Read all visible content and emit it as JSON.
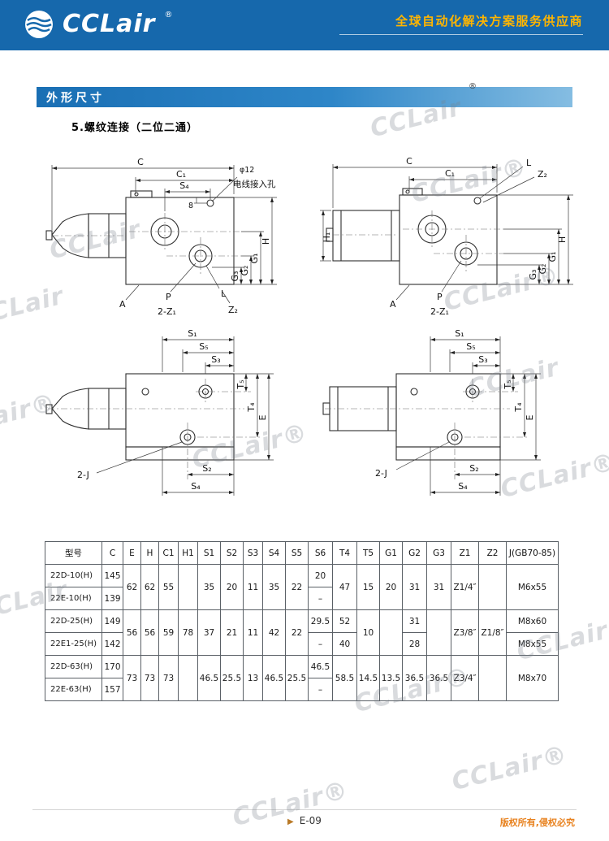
{
  "colors": {
    "header_blue": "#1668ac",
    "section_bar_blue": "#2e86c8",
    "brand_yellow": "#ffb500",
    "copyright_orange": "#e8821f"
  },
  "header": {
    "logo_text": "CCLair",
    "logo_reg": "®",
    "tagline": "全球自动化解决方案服务供应商"
  },
  "section": {
    "title": "外形尺寸",
    "reg": "®",
    "subtitle": "5.螺纹连接（二位二通）"
  },
  "drawings": {
    "labels": {
      "c": "C",
      "c1": "C₁",
      "s4": "S₄",
      "phi12": "φ12",
      "wire_hole": "电线接入孔",
      "eight": "8",
      "h": "H",
      "h1": "H₁",
      "g1": "G₁",
      "g2": "G₂",
      "g3": "G₃",
      "a": "A",
      "p": "P",
      "two_z1": "2-Z₁",
      "l": "L",
      "z2": "Z₂",
      "s1": "S₁",
      "s2": "S₂",
      "s3": "S₃",
      "s5": "S₅",
      "t4": "T₄",
      "t5": "T₅",
      "e": "E",
      "two_j": "2-J"
    }
  },
  "table": {
    "headers": [
      "型号",
      "C",
      "E",
      "H",
      "C1",
      "H1",
      "S1",
      "S2",
      "S3",
      "S4",
      "S5",
      "S6",
      "T4",
      "T5",
      "G1",
      "G2",
      "G3",
      "Z1",
      "Z2",
      "J(GB70-85)"
    ],
    "g1": {
      "r1": {
        "model": "22D-10(H)",
        "c": "145",
        "s6": "20"
      },
      "r2": {
        "model": "22E-10(H)",
        "c": "139",
        "s6": "–"
      },
      "e": "62",
      "h": "62",
      "c1": "55",
      "h1": "",
      "s1": "35",
      "s2": "20",
      "s3": "11",
      "s4": "35",
      "s5": "22",
      "t4": "47",
      "t5": "15",
      "g1": "20",
      "g2": "31",
      "g3": "31",
      "z1": "Z1/4″",
      "z2": "",
      "j": "M6x55"
    },
    "g2": {
      "r1": {
        "model": "22D-25(H)",
        "c": "149",
        "s6": "29.5",
        "t4": "52",
        "g2": "31",
        "j": "M8x60"
      },
      "r2": {
        "model": "22E1-25(H)",
        "c": "142",
        "s6": "–",
        "t4": "40",
        "g2": "28",
        "j": "M8x55"
      },
      "e": "56",
      "h": "56",
      "c1": "59",
      "h1": "78",
      "s1": "37",
      "s2": "21",
      "s3": "11",
      "s4": "42",
      "s5": "22",
      "t5": "10",
      "g1": "",
      "g3": "",
      "z1": "Z3/8″",
      "z2": "Z1/8″"
    },
    "g3": {
      "r1": {
        "model": "22D-63(H)",
        "c": "170",
        "s6": "46.5"
      },
      "r2": {
        "model": "22E-63(H)",
        "c": "157",
        "s6": "–"
      },
      "e": "73",
      "h": "73",
      "c1": "73",
      "h1": "",
      "s1": "46.5",
      "s2": "25.5",
      "s3": "13",
      "s4": "46.5",
      "s5": "25.5",
      "t4": "58.5",
      "t5": "14.5",
      "g1": "13.5",
      "g2": "36.5",
      "g3": "36.5",
      "z1": "Z3/4″",
      "z2": "",
      "j": "M8x70"
    }
  },
  "footer": {
    "arrow": "▶",
    "page": "E-09",
    "copyright": "版权所有,侵权必究"
  },
  "watermark": {
    "text": "CCLair®",
    "text_plain": "CCLair"
  }
}
